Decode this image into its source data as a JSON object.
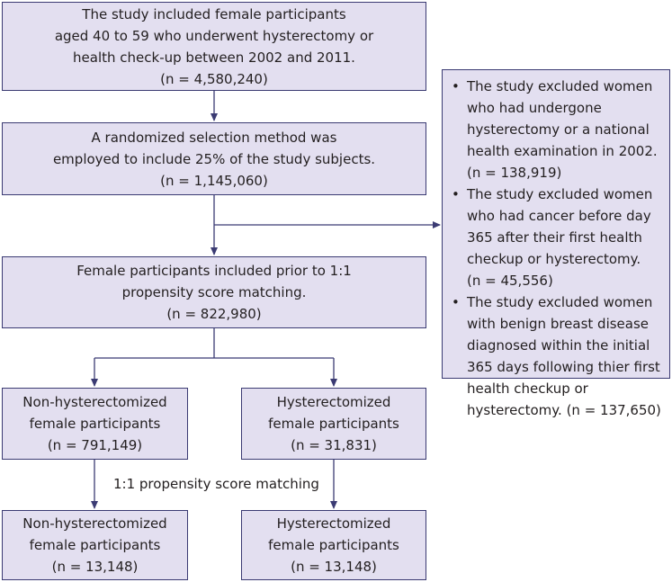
{
  "boxes": {
    "start": [
      "The study included female participants",
      "aged 40 to 59 who underwent hysterectomy or",
      "health check-up between 2002 and 2011.",
      "(n = 4,580,240)"
    ],
    "random": [
      "A randomized selection method was",
      "employed to include 25% of the study subjects.",
      "(n = 1,145,060)"
    ],
    "prior": [
      "Female participants included prior to 1:1",
      "propensity score matching.",
      "(n = 822,980)"
    ],
    "non_before": [
      "Non-hysterectomized",
      "female participants",
      "(n = 791,149)"
    ],
    "hyst_before": [
      "Hysterectomized",
      "female participants",
      "(n = 31,831)"
    ],
    "non_after": [
      "Non-hysterectomized",
      "female participants",
      "(n = 13,148)"
    ],
    "hyst_after": [
      "Hysterectomized",
      "female participants",
      "(n = 13,148)"
    ]
  },
  "exclusions": {
    "bullet": "•",
    "items": [
      [
        "The study excluded women",
        "who had undergone",
        "hysterectomy or a national",
        "health examination in 2002.",
        "(n = 138,919)"
      ],
      [
        "The study excluded women",
        "who had cancer before day",
        "365 after their first health",
        "checkup or hysterectomy.",
        "(n = 45,556)"
      ],
      [
        "The study excluded women",
        "with benign breast disease",
        "diagnosed within the initial",
        "365 days following thier first",
        "health checkup or",
        "hysterectomy. (n = 137,650)"
      ]
    ]
  },
  "matching_label": "1:1 propensity score matching",
  "colors": {
    "box_fill": "#e3dff0",
    "box_border": "#3b3b73",
    "arrow": "#3b3b73",
    "text": "#231f20"
  }
}
